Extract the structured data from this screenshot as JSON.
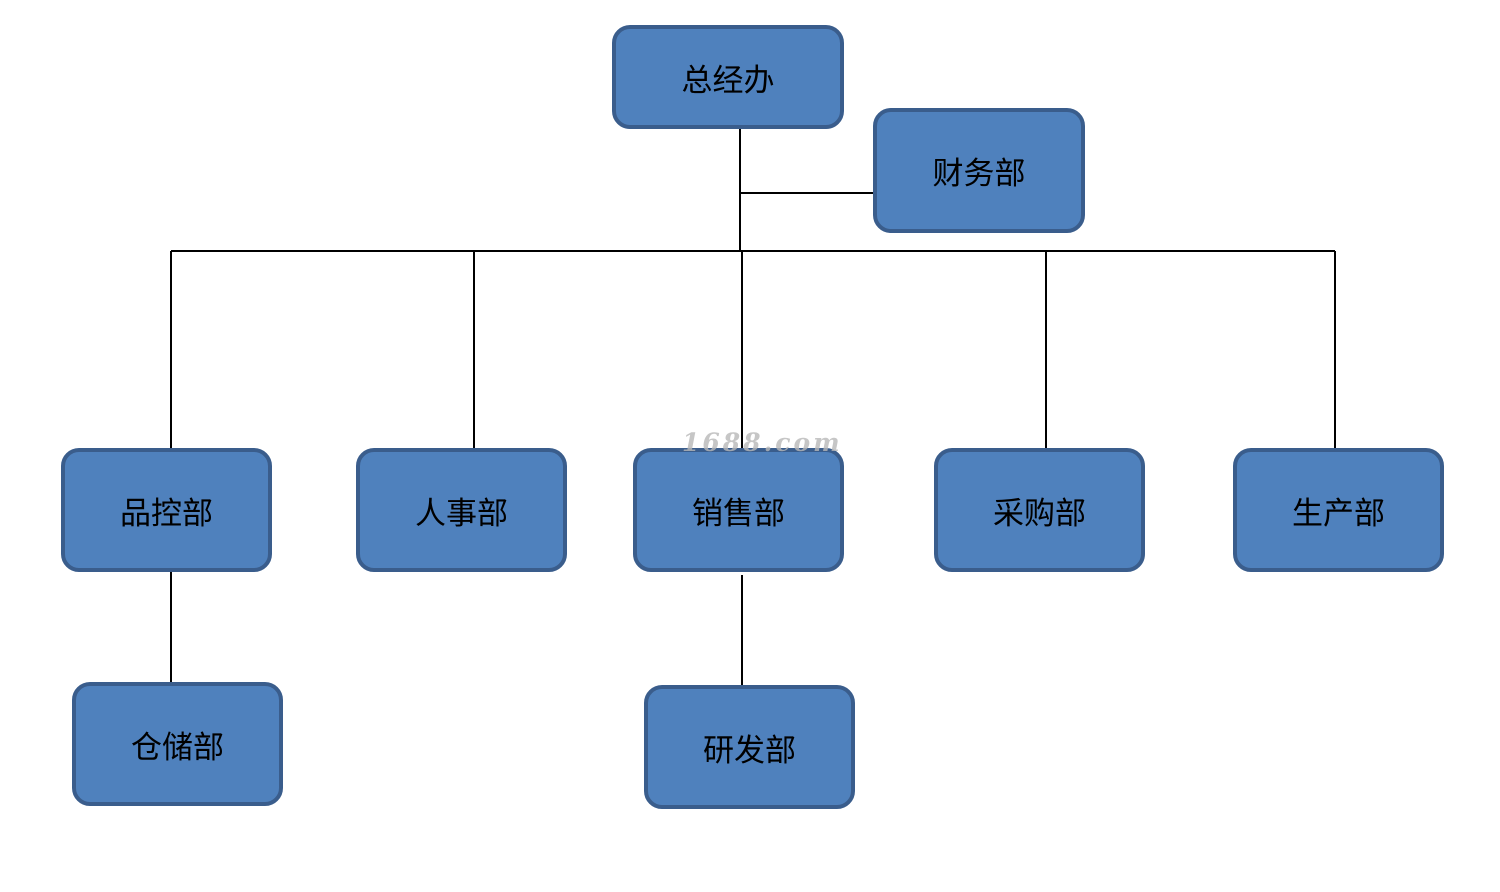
{
  "colors": {
    "box_fill": "#4f81bd",
    "box_border": "#3a5d8c",
    "line": "#000000"
  },
  "nodes": {
    "gm_office": "总经办",
    "finance": "财务部",
    "quality_control": "品控部",
    "hr": "人事部",
    "sales": "销售部",
    "purchasing": "采购部",
    "production": "生产部",
    "warehouse": "仓储部",
    "rnd": "研发部"
  },
  "edges": [
    {
      "from": "gm_office",
      "to": "finance"
    },
    {
      "from": "gm_office",
      "to": "quality_control"
    },
    {
      "from": "gm_office",
      "to": "hr"
    },
    {
      "from": "gm_office",
      "to": "sales"
    },
    {
      "from": "gm_office",
      "to": "purchasing"
    },
    {
      "from": "gm_office",
      "to": "production"
    },
    {
      "from": "quality_control",
      "to": "warehouse"
    },
    {
      "from": "sales",
      "to": "rnd"
    }
  ],
  "watermark": "1688.com"
}
